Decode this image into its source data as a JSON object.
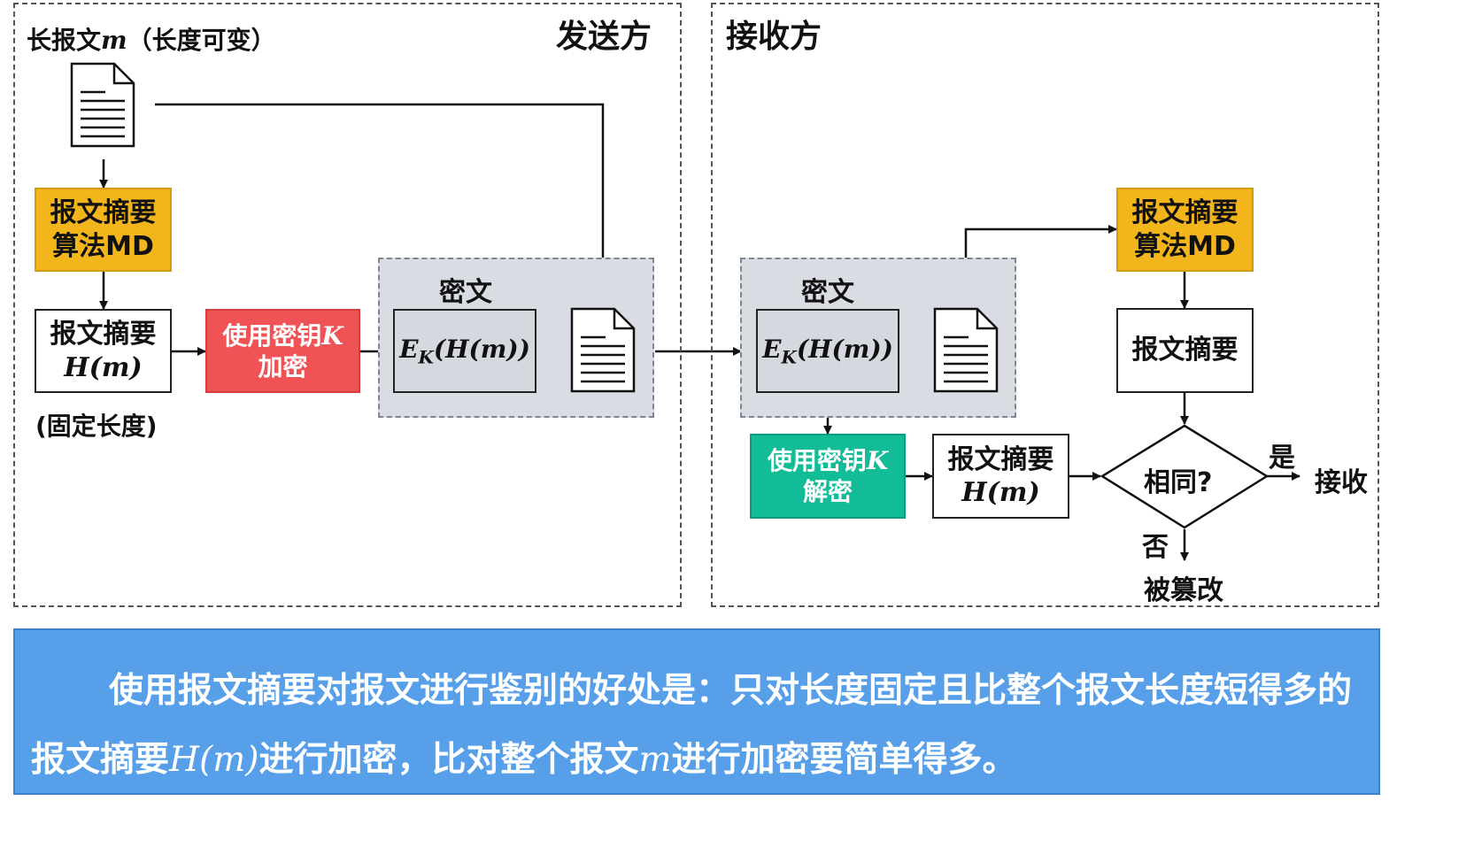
{
  "sender": {
    "title": "发送方",
    "message_label_prefix": "长报文",
    "message_label_var": "m",
    "message_label_suffix": "（长度可变）",
    "md_algo_line1": "报文摘要",
    "md_algo_line2": "算法MD",
    "digest_line1": "报文摘要",
    "digest_math": "H(m)",
    "fixed_length_note": "(固定长度)",
    "encrypt_line1": "使用密钥",
    "encrypt_key": "K",
    "encrypt_line2": "加密",
    "cipher_title": "密文",
    "cipher_math": "EK(H(m))"
  },
  "receiver": {
    "title": "接收方",
    "cipher_title": "密文",
    "cipher_math": "EK(H(m))",
    "decrypt_line1": "使用密钥",
    "decrypt_key": "K",
    "decrypt_line2": "解密",
    "digest_line1": "报文摘要",
    "digest_math": "H(m)",
    "md_algo_line1": "报文摘要",
    "md_algo_line2": "算法MD",
    "digest_box": "报文摘要",
    "compare": "相同?",
    "yes_label": "是",
    "accept": "接收",
    "no_label": "否",
    "tampered": "被篡改"
  },
  "summary": {
    "part1": "使用报文摘要对报文进行鉴别的好处是：只对长度固定且比整个报文长度短得多的报文摘要",
    "math1": "H(m)",
    "part2": "进行加密，比对整个报文",
    "math2": "m",
    "part3": "进行加密要简单得多。"
  }
}
